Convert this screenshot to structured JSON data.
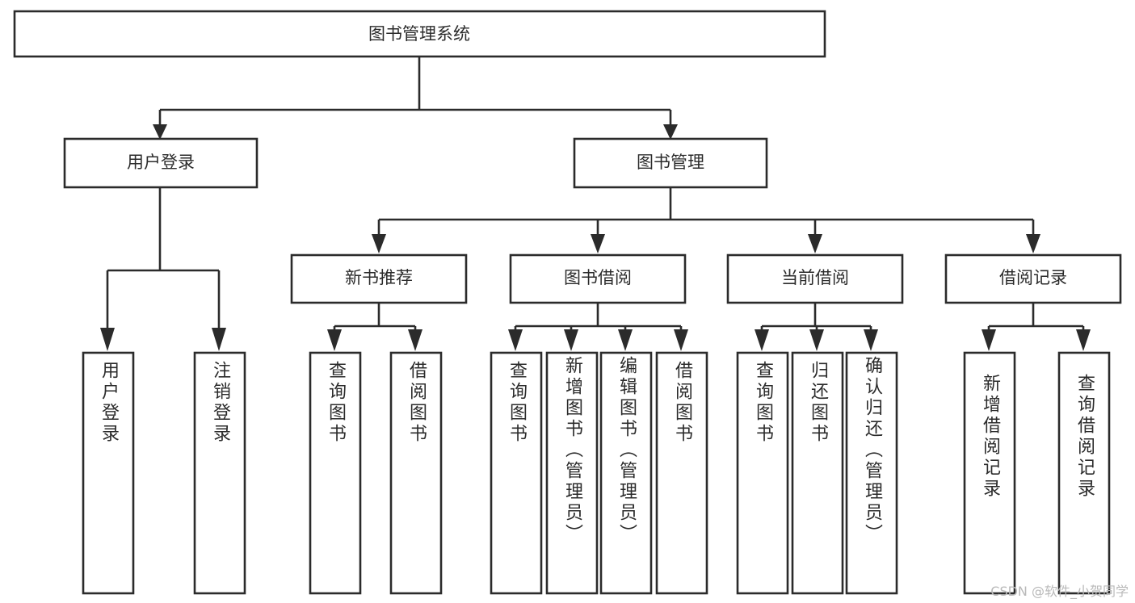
{
  "diagram": {
    "title_node": {
      "label": "图书管理系统"
    },
    "level2": [
      {
        "id": "user-login",
        "label": "用户登录"
      },
      {
        "id": "book-management",
        "label": "图书管理"
      }
    ],
    "level3": [
      {
        "id": "new-book-recommend",
        "label": "新书推荐"
      },
      {
        "id": "book-borrow",
        "label": "图书借阅"
      },
      {
        "id": "current-borrow",
        "label": "当前借阅"
      },
      {
        "id": "borrow-record",
        "label": "借阅记录"
      }
    ],
    "leaves": {
      "user_login": [
        {
          "id": "leaf-user-login",
          "label": "用户登录"
        },
        {
          "id": "leaf-logout-login",
          "label": "注销登录"
        }
      ],
      "new_book_recommend": [
        {
          "id": "leaf-query-book-1",
          "label": "查询图书"
        },
        {
          "id": "leaf-borrow-book-1",
          "label": "借阅图书"
        }
      ],
      "book_borrow": [
        {
          "id": "leaf-query-book-2",
          "label": "查询图书"
        },
        {
          "id": "leaf-add-book-admin",
          "label": "新增图书（管理员）"
        },
        {
          "id": "leaf-edit-book-admin",
          "label": "编辑图书（管理员）"
        },
        {
          "id": "leaf-borrow-book-2",
          "label": "借阅图书"
        }
      ],
      "current_borrow": [
        {
          "id": "leaf-query-book-3",
          "label": "查询图书"
        },
        {
          "id": "leaf-return-book",
          "label": "归还图书"
        },
        {
          "id": "leaf-confirm-return-admin",
          "label": "确认归还（管理员）"
        }
      ],
      "borrow_record": [
        {
          "id": "leaf-add-borrow-record",
          "label": "新增借阅记录"
        },
        {
          "id": "leaf-query-borrow-record",
          "label": "查询借阅记录"
        }
      ]
    },
    "colors": {
      "stroke": "#2b2b2b",
      "fill": "#ffffff",
      "text": "#2b2b2b",
      "watermark": "#b9b9b9"
    }
  },
  "watermark": {
    "text": "CSDN @软件_小贺同学"
  }
}
